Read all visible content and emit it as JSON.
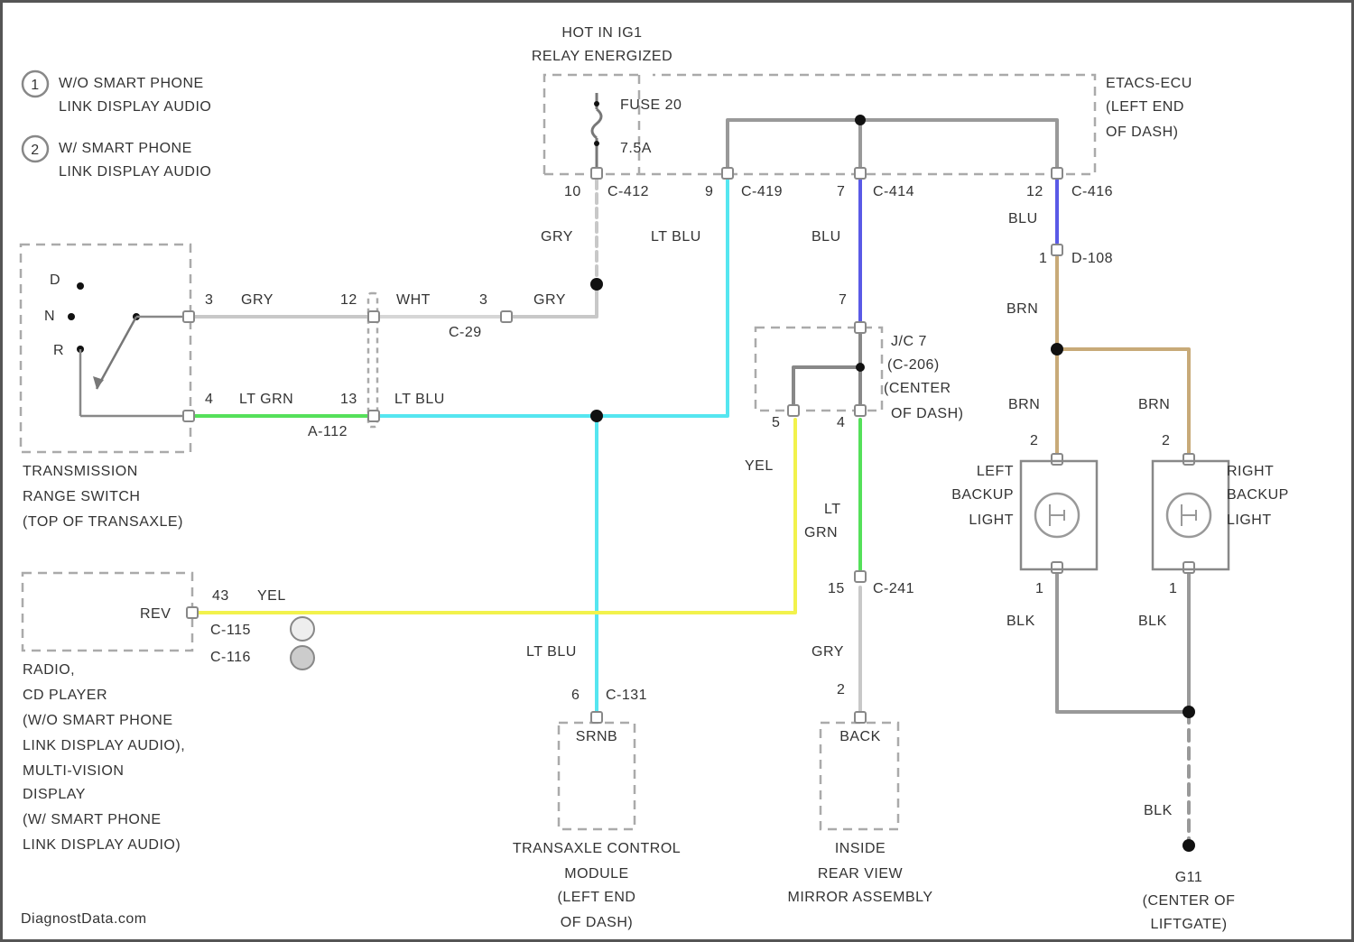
{
  "power": {
    "line1": "HOT IN IG1",
    "line2": "RELAY ENERGIZED",
    "fuse_name": "FUSE 20",
    "fuse_rating": "7.5A"
  },
  "etacs": [
    "ETACS-ECU",
    "(LEFT END",
    "OF DASH)"
  ],
  "legend": [
    {
      "symbol": "1",
      "lines": [
        "W/O SMART PHONE",
        "LINK DISPLAY AUDIO"
      ]
    },
    {
      "symbol": "2",
      "lines": [
        "W/ SMART PHONE",
        "LINK DISPLAY AUDIO"
      ]
    }
  ],
  "connectors": {
    "c412": {
      "pin": "10",
      "name": "C-412"
    },
    "c419": {
      "pin": "9",
      "name": "C-419"
    },
    "c414": {
      "pin": "7",
      "name": "C-414"
    },
    "c416": {
      "pin": "12",
      "name": "C-416"
    },
    "d108": {
      "pin": "1",
      "name": "D-108"
    },
    "c29": {
      "pin": "3",
      "name": "C-29"
    },
    "a112": {
      "pin": "13",
      "name": "A-112"
    },
    "c241": {
      "pin": "15",
      "name": "C-241"
    },
    "c131": {
      "pin": "6",
      "name": "C-131"
    },
    "c115": {
      "pin": "43",
      "name": "C-115"
    },
    "c116": {
      "name": "C-116"
    }
  },
  "wires": {
    "gry": "GRY",
    "wht": "WHT",
    "ltgrn": "LT GRN",
    "ltblu": "LT BLU",
    "blu": "BLU",
    "brn": "BRN",
    "yel": "YEL",
    "lt": "LT",
    "grn": "GRN",
    "blk": "BLK"
  },
  "pins": {
    "trs_top": "3",
    "trs_bot": "4",
    "mid_12": "12",
    "mid_13": "13",
    "jc_top": "7",
    "jc_left": "5",
    "jc_right": "4",
    "lamp_top": "2",
    "lamp_bot": "1",
    "mirror": "2"
  },
  "trs": {
    "gear_d": "D",
    "gear_n": "N",
    "gear_r": "R",
    "label": [
      "TRANSMISSION",
      "RANGE SWITCH",
      "(TOP OF TRANSAXLE)"
    ]
  },
  "jc": [
    "J/C 7",
    "(C-206)",
    "(CENTER",
    "OF DASH)"
  ],
  "radio": {
    "pin_label": "REV",
    "label": [
      "RADIO,",
      "CD PLAYER",
      "(W/O SMART PHONE",
      "LINK DISPLAY AUDIO),",
      "MULTI-VISION",
      "DISPLAY",
      "(W/ SMART PHONE",
      "LINK DISPLAY AUDIO)"
    ]
  },
  "tcm": {
    "pin_label": "SRNB",
    "label": [
      "TRANSAXLE CONTROL",
      "MODULE",
      "(LEFT END",
      "OF DASH)"
    ]
  },
  "mirror": {
    "pin_label": "BACK",
    "label": [
      "INSIDE",
      "REAR VIEW",
      "MIRROR ASSEMBLY"
    ]
  },
  "left_lamp": [
    "LEFT",
    "BACKUP",
    "LIGHT"
  ],
  "right_lamp": [
    "RIGHT",
    "BACKUP",
    "LIGHT"
  ],
  "ground": {
    "name": "G11",
    "label": [
      "(CENTER OF",
      "LIFTGATE)"
    ]
  },
  "watermark": "DiagnostData.com",
  "colors": {
    "gry": "#c8c8c8",
    "wht": "#d6d6d6",
    "ltgrn": "#55e05a",
    "ltblu": "#55e6f0",
    "blu": "#5a5ae6",
    "brn": "#c8aa78",
    "yel": "#f2f24c",
    "blk": "#999999"
  }
}
